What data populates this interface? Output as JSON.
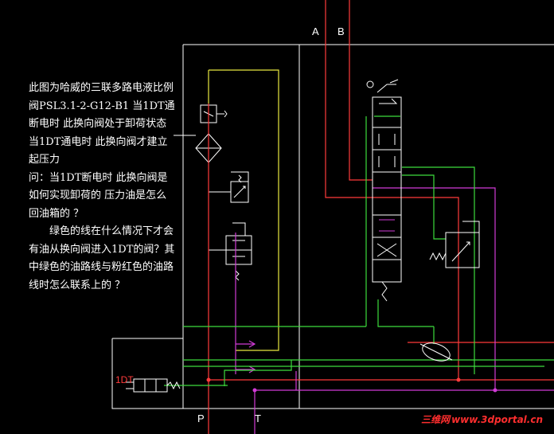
{
  "note": {
    "para1": "此图为哈威的三联多路电液比例阀PSL3.1-2-G12-B1 当1DT通断电时 此换向阀处于卸荷状态 当1DT通电时 此换向阀才建立起压力",
    "para2": "问：当1DT断电时 此换向阀是如何实现卸荷的 压力油是怎么回油箱的 ？",
    "para3": "绿色的线在什么情况下才会有油从换向阀进入1DT的阀？其中绿色的油路线与粉红色的油路线时怎么联系上的 ？"
  },
  "ports": {
    "a": "A",
    "b": "B",
    "p": "P",
    "t": "T"
  },
  "solenoid": {
    "label": "1DT"
  },
  "watermark": {
    "name": "三维网",
    "url": "www.3dportal.cn"
  },
  "colors": {
    "background": "#000000",
    "outline": "#ffffff",
    "pressure_line": "#ff3b3b",
    "green_line": "#3ddc3d",
    "pink_line": "#d13bd6",
    "yellow_line": "#e8e840"
  }
}
